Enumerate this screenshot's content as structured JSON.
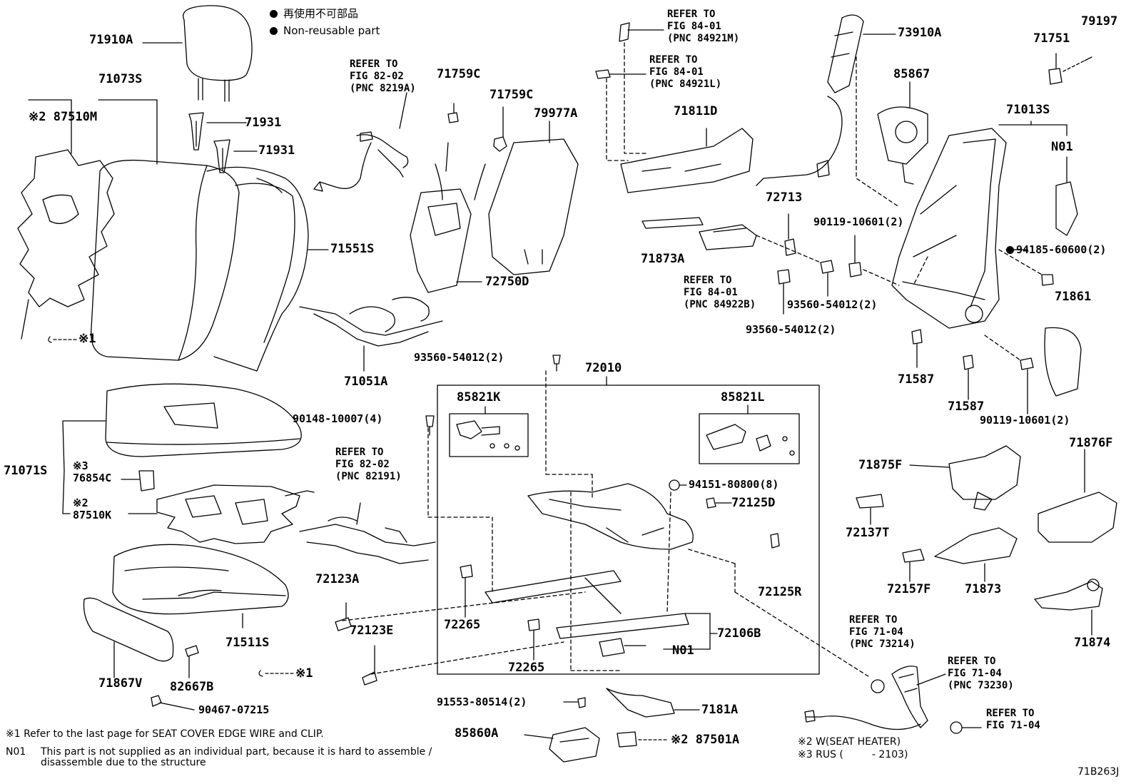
{
  "legend": {
    "line1": "再使用不可部品",
    "line2": "Non-reusable part"
  },
  "parts": {
    "p71910A": "71910A",
    "p71073S": "71073S",
    "p87510M": "※2 87510M",
    "p71931a": "71931",
    "p71931b": "71931",
    "p71551S": "71551S",
    "p_x1a": "※1",
    "p71071S": "71071S",
    "p76854C": "※3\n76854C",
    "p87510K": "※2\n87510K",
    "p71511S": "71511S",
    "p71867V": "71867V",
    "p82667B": "82667B",
    "p_x1b": "※1",
    "p90467": "90467-07215",
    "p71759C_a": "71759C",
    "p71759C_b": "71759C",
    "p79977A": "79977A",
    "p72750D": "72750D",
    "p71051A": "71051A",
    "p93560_a": "93560-54012(2)",
    "p72010": "72010",
    "p85821K": "85821K",
    "p85821L": "85821L",
    "p90148": "90148-10007(4)",
    "p94151": "94151-80800(8)",
    "p72125D": "72125D",
    "p72125R": "72125R",
    "p72123A": "72123A",
    "p72123E": "72123E",
    "p72265a": "72265",
    "p72265b": "72265",
    "p72106B": "72106B",
    "pN01a": "N01",
    "p91553": "91553-80514(2)",
    "p7181A": "7181A",
    "p85860A": "85860A",
    "p87501A": "※2 87501A",
    "p71811D": "71811D",
    "p73910A": "73910A",
    "p72713": "72713",
    "p71873A": "71873A",
    "p93560_b": "93560-54012(2)",
    "p93560_c": "93560-54012(2)",
    "p90119_a": "90119-10601(2)",
    "p85867": "85867",
    "p71751": "71751",
    "p79197": "79197",
    "p71013S": "71013S",
    "pN01b": "N01",
    "p94185": "94185-60600(2)",
    "p71861": "71861",
    "p71587a": "71587",
    "p71587b": "71587",
    "p90119_b": "90119-10601(2)",
    "p71875F": "71875F",
    "p71876F": "71876F",
    "p72137T": "72137T",
    "p72157F": "72157F",
    "p71873": "71873",
    "p71874": "71874"
  },
  "refs": {
    "r82_02a": "REFER TO\nFIG 82-02\n(PNC 8219A)",
    "r84_01M": "REFER TO\nFIG 84-01\n(PNC 84921M)",
    "r84_01L": "REFER TO\nFIG 84-01\n(PNC 84921L)",
    "r84_01B": "REFER TO\nFIG 84-01\n(PNC 84922B)",
    "r82_02b": "REFER TO\nFIG 82-02\n(PNC 82191)",
    "r71_04a": "REFER TO\nFIG 71-04\n(PNC 73214)",
    "r71_04b": "REFER TO\nFIG 71-04\n(PNC 73230)",
    "r71_04c": "REFER TO\nFIG 71-04"
  },
  "notes": {
    "n1": "※1 Refer to the last page for SEAT COVER EDGE WIRE and CLIP.",
    "n01_label": "N01",
    "n01_text1": "This part is not supplied as an individual part, because it is hard to assemble /",
    "n01_text2": "disassemble due to the structure",
    "x2": "※2 W(SEAT HEATER)",
    "x3": "※3 RUS (         - 2103)",
    "code": "71B263J"
  }
}
